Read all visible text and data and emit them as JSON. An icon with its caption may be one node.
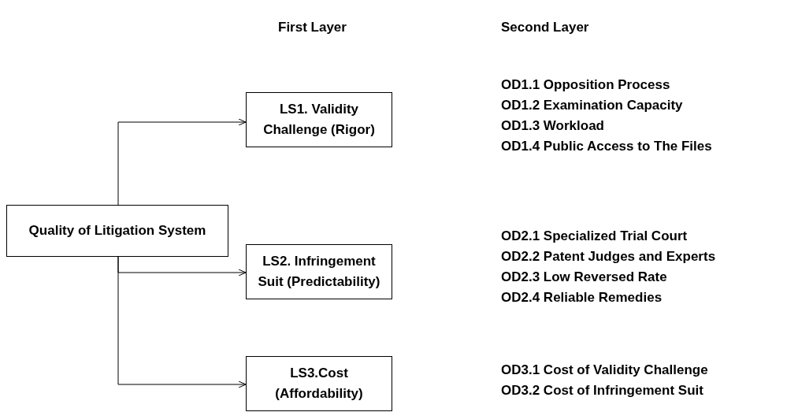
{
  "diagram": {
    "nodes": [
      {
        "text": [
          "Quality of Litigation System"
        ]
      },
      {
        "text": [
          "LS1. Validity Challenge (Rigor)"
        ]
      },
      {
        "text": [
          "LS2. Infringement Suit (Predictability)"
        ]
      },
      {
        "text": [
          "LS3.Cost (Affordability)"
        ]
      }
    ],
    "edges": [
      {
        "from": 0,
        "to": 1,
        "arrow": "to"
      },
      {
        "from": 0,
        "to": 2,
        "arrow": "to"
      },
      {
        "from": 0,
        "to": 3,
        "arrow": "to"
      }
    ],
    "labels": [
      "First Layer",
      "Second Layer",
      "OD1.1 Opposition Process",
      "OD1.2 Examination Capacity",
      "OD1.3 Workload",
      "OD1.4 Public Access to The Files",
      "OD2.1 Specialized Trial Court",
      "OD2.2 Patent Judges and Experts",
      "OD2.3 Low Reversed Rate",
      "OD2.4 Reliable Remedies",
      "OD3.1 Cost of Validity Challenge",
      "OD3.2 Cost of Infringement Suit"
    ]
  }
}
